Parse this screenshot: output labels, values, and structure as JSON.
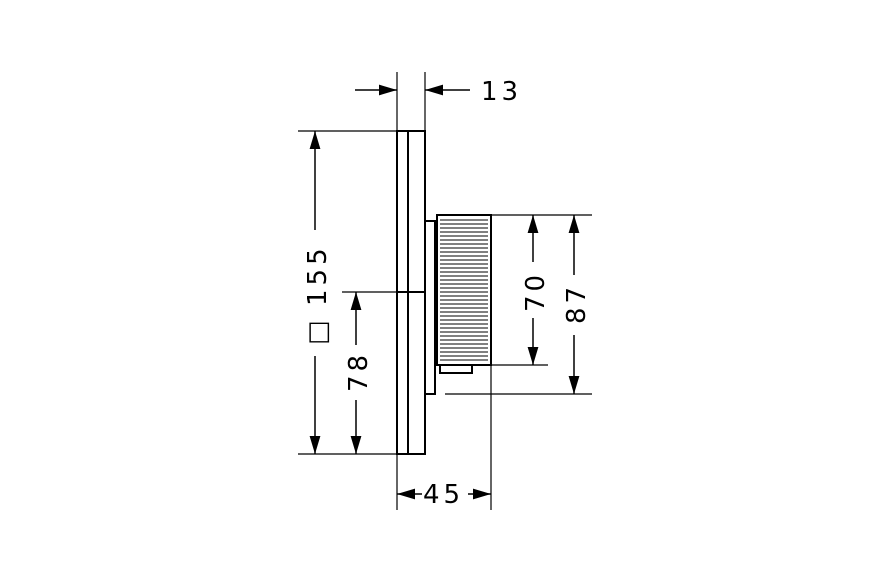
{
  "drawing": {
    "dimensions": {
      "depth_plate": "13",
      "height_plate": "155",
      "square_symbol": "□",
      "center_height": "78",
      "knob_diameter": "70",
      "body_diameter": "87",
      "projection": "45"
    }
  },
  "colors": {
    "line": "#000000",
    "background": "#ffffff"
  }
}
